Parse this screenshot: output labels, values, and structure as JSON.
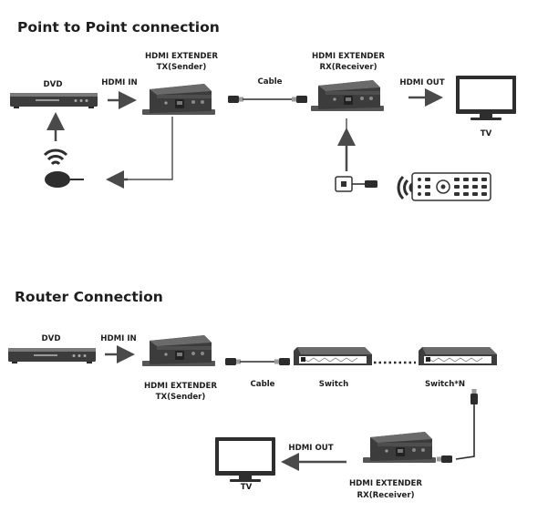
{
  "sections": {
    "point_to_point": {
      "title": "Point to Point connection",
      "dvd_label": "DVD",
      "hdmi_in_label": "HDMI IN",
      "tx_label_line1": "HDMI EXTENDER",
      "tx_label_line2": "TX(Sender)",
      "cable_label": "Cable",
      "rx_label_line1": "HDMI EXTENDER",
      "rx_label_line2": "RX(Receiver)",
      "hdmi_out_label": "HDMI OUT",
      "tv_label": "TV"
    },
    "router": {
      "title": "Router Connection",
      "dvd_label": "DVD",
      "hdmi_in_label": "HDMI IN",
      "tx_label_line1": "HDMI EXTENDER",
      "tx_label_line2": "TX(Sender)",
      "cable_label": "Cable",
      "switch_label": "Switch",
      "switch_n_label": "Switch*N",
      "hdmi_out_label": "HDMI OUT",
      "tv_label": "TV",
      "rx_label_line1": "HDMI EXTENDER",
      "rx_label_line2": "RX(Receiver)"
    }
  },
  "colors": {
    "text": "#1e1e1e",
    "arrow": "#4a4a4a",
    "device_body": "#3c3c3c",
    "device_top": "#6a6a6a"
  },
  "icons": [
    "dvd-player-icon",
    "hdmi-extender-icon",
    "ethernet-plug-icon",
    "tv-monitor-icon",
    "ir-emitter-icon",
    "wifi-signal-icon",
    "ir-receiver-icon",
    "remote-control-icon",
    "network-switch-icon"
  ]
}
